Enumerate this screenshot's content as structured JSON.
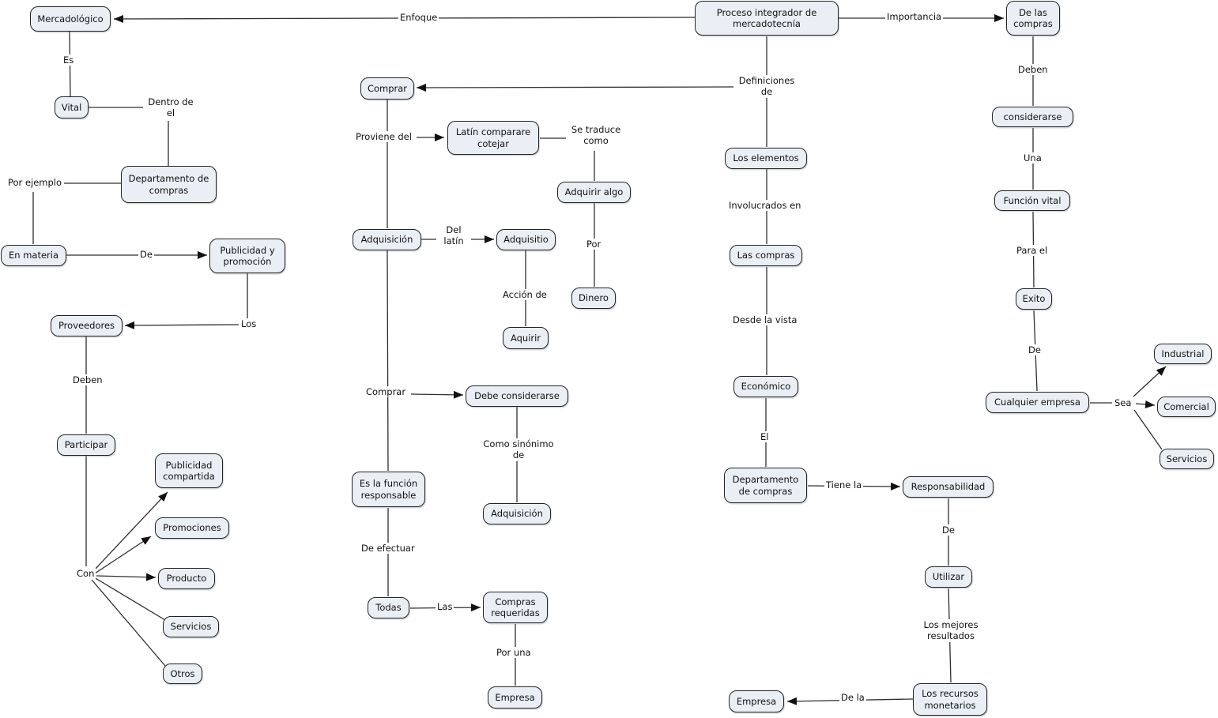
{
  "diagram_type": "concept-map",
  "colors": {
    "background": "#ffffff",
    "node_fill": "#e9eff4",
    "node_border": "#232323",
    "connector": "#2e2e2e",
    "arrowhead": "#111111",
    "text": "#111111"
  },
  "nodes": {
    "mercadologico": "Mercadológico",
    "vital": "Vital",
    "depto_compras_left": "Departamento de\ncompras",
    "en_materia": "En materia",
    "publicidad_promocion": "Publicidad y\npromoción",
    "proveedores": "Proveedores",
    "participar": "Participar",
    "publicidad_compartida": "Publicidad\ncompartida",
    "promociones": "Promociones",
    "producto": "Producto",
    "servicios_left": "Servicios",
    "otros": "Otros",
    "comprar": "Comprar",
    "latin_comparare": "Latín comparare\ncotejar",
    "adquisicion_left": "Adquisición",
    "adquisitio": "Adquisitio",
    "adquirir_algo": "Adquirir algo",
    "dinero": "Dinero",
    "aquirir": "Aquirir",
    "debe_considerarse": "Debe considerarse",
    "es_funcion_responsable": "Es la función\nresponsable",
    "adquisicion_sinonimo": "Adquisición",
    "todas": "Todas",
    "compras_requeridas": "Compras\nrequeridas",
    "empresa_center": "Empresa",
    "proceso_integrador": "Proceso integrador de\nmercadotecnía",
    "los_elementos": "Los elementos",
    "las_compras": "Las compras",
    "economico": "Económico",
    "depto_compras_right": "Departamento\nde compras",
    "responsabilidad": "Responsabilidad",
    "utilizar": "Utilizar",
    "recursos_monetarios": "Los recursos\nmonetarios",
    "empresa_right": "Empresa",
    "de_las_compras": "De las\ncompras",
    "considerarse": "considerarse",
    "funcion_vital": "Función vital",
    "exito": "Exito",
    "cualquier_empresa": "Cualquier empresa",
    "industrial": "Industrial",
    "comercial": "Comercial",
    "servicios_right": "Servicios"
  },
  "labels": {
    "es": "Es",
    "dentro_de_el": "Dentro de\nel",
    "por_ejemplo": "Por ejemplo",
    "de_left": "De",
    "los": "Los",
    "deben_left": "Deben",
    "con": "Con",
    "enfoque": "Enfoque",
    "proviene_del": "Proviene del",
    "se_traduce_como": "Se traduce\ncomo",
    "del_latin": "Del\nlatín",
    "por": "Por",
    "accion_de": "Acción de",
    "comprar_label": "Comprar",
    "como_sinonimo_de": "Como sinónimo\nde",
    "de_efectuar": "De efectuar",
    "las": "Las",
    "por_una": "Por una",
    "definiciones_de": "Definiciones\nde",
    "involucrados_en": "Involucrados en",
    "desde_la_vista": "Desde la vista",
    "el": "El",
    "tiene_la": "Tiene la",
    "de_responsabilidad": "De",
    "los_mejores_resultados": "Los mejores\nresultados",
    "de_la": "De la",
    "importancia": "Importancia",
    "deben_right": "Deben",
    "una": "Una",
    "para_el": "Para el",
    "de_exito": "De",
    "sea": "Sea"
  }
}
